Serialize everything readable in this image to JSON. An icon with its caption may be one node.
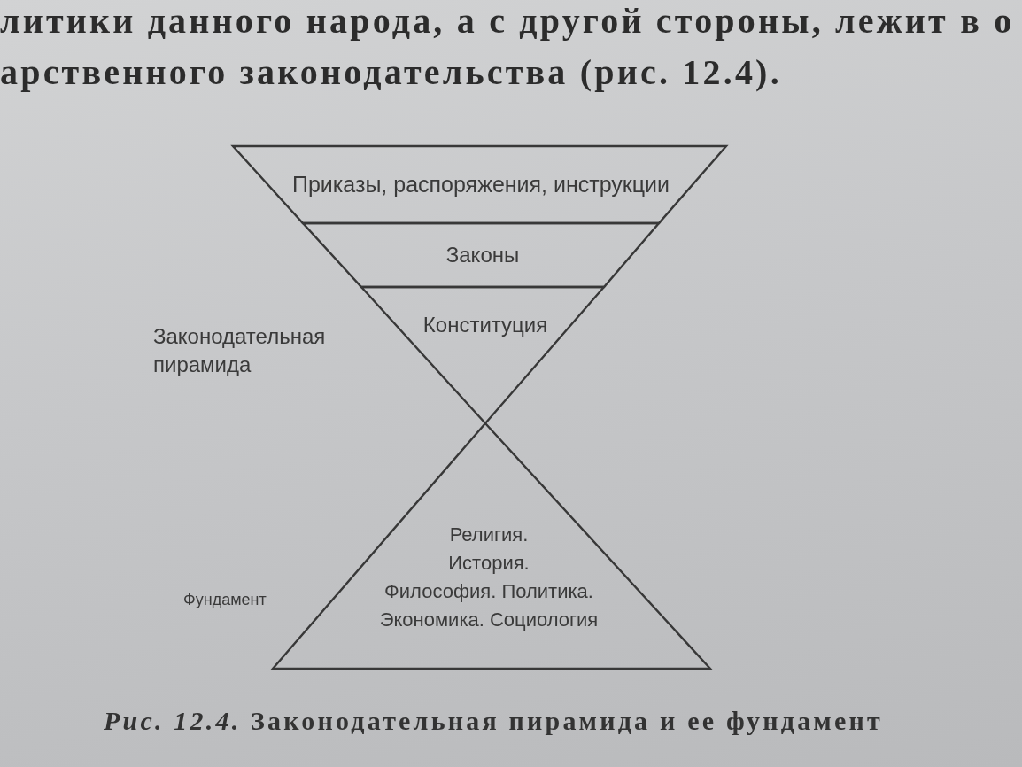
{
  "diagram": {
    "caption": "*Рис. 12.4.* Законодательная пирамида и ее фундамент",
    "nodes": [
      {
        "text": [
          "Приказы, распоряжения, инструкции"
        ]
      },
      {
        "text": [
          "Законы"
        ]
      },
      {
        "text": [
          "Конституция"
        ]
      },
      {
        "text": [
          "Религия. История. Философия. Политика. Экономика. Социология"
        ],
        "beside": [
          "Фундамент"
        ]
      }
    ],
    "labels": [
      "литики данного народа, а с другой стороны, лежит в о",
      "арственного законодательства (рис. 12.4).",
      "Законодательная пирамида"
    ]
  }
}
